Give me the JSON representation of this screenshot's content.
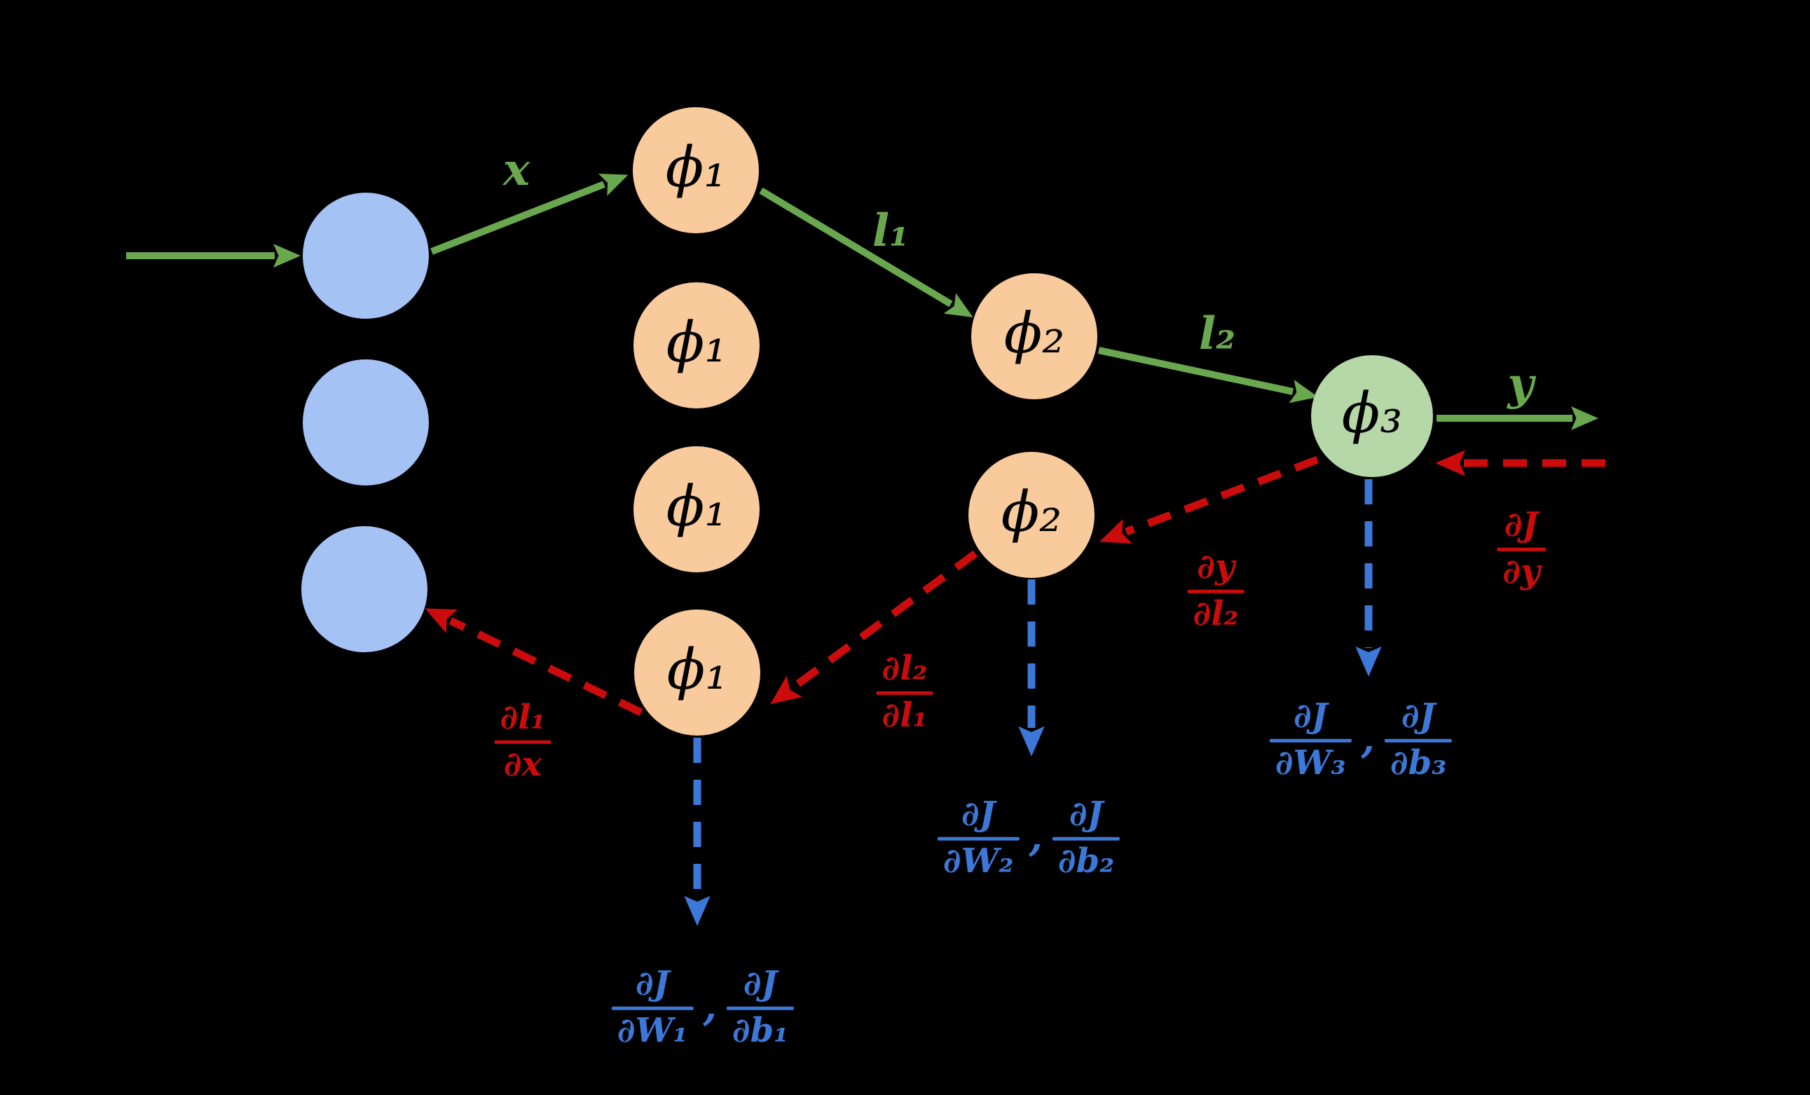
{
  "palette": {
    "background": "#000000",
    "input_node_fill": "#a4c2f4",
    "hidden_node_fill": "#f9cb9c",
    "output_node_fill": "#b6d7a8",
    "forward_color": "#6aa84f",
    "backward_color": "#cc0c0c",
    "gradient_color": "#3c78d8",
    "node_text": "#000000"
  },
  "nodes": {
    "input": [
      {
        "id": "input-1"
      },
      {
        "id": "input-2"
      },
      {
        "id": "input-3"
      }
    ],
    "layer1": [
      {
        "label": "ϕ₁"
      },
      {
        "label": "ϕ₁"
      },
      {
        "label": "ϕ₁"
      },
      {
        "label": "ϕ₁"
      }
    ],
    "layer2": [
      {
        "label": "ϕ₂"
      },
      {
        "label": "ϕ₂"
      }
    ],
    "layer3": [
      {
        "label": "ϕ₃"
      }
    ]
  },
  "forward_labels": {
    "x": "x",
    "l1": "l₁",
    "l2": "l₂",
    "y": "y"
  },
  "backward_labels": {
    "dJ_dy": {
      "num": "∂J",
      "den": "∂y"
    },
    "dy_dl2": {
      "num": "∂y",
      "den": "∂l₂"
    },
    "dl2_dl1": {
      "num": "∂l₂",
      "den": "∂l₁"
    },
    "dl1_dx": {
      "num": "∂l₁",
      "den": "∂x"
    }
  },
  "gradient_labels": {
    "separator": ",",
    "layer3": {
      "w": {
        "num": "∂J",
        "den": "∂W₃"
      },
      "b": {
        "num": "∂J",
        "den": "∂b₃"
      }
    },
    "layer2": {
      "w": {
        "num": "∂J",
        "den": "∂W₂"
      },
      "b": {
        "num": "∂J",
        "den": "∂b₂"
      }
    },
    "layer1": {
      "w": {
        "num": "∂J",
        "den": "∂W₁"
      },
      "b": {
        "num": "∂J",
        "den": "∂b₁"
      }
    }
  }
}
